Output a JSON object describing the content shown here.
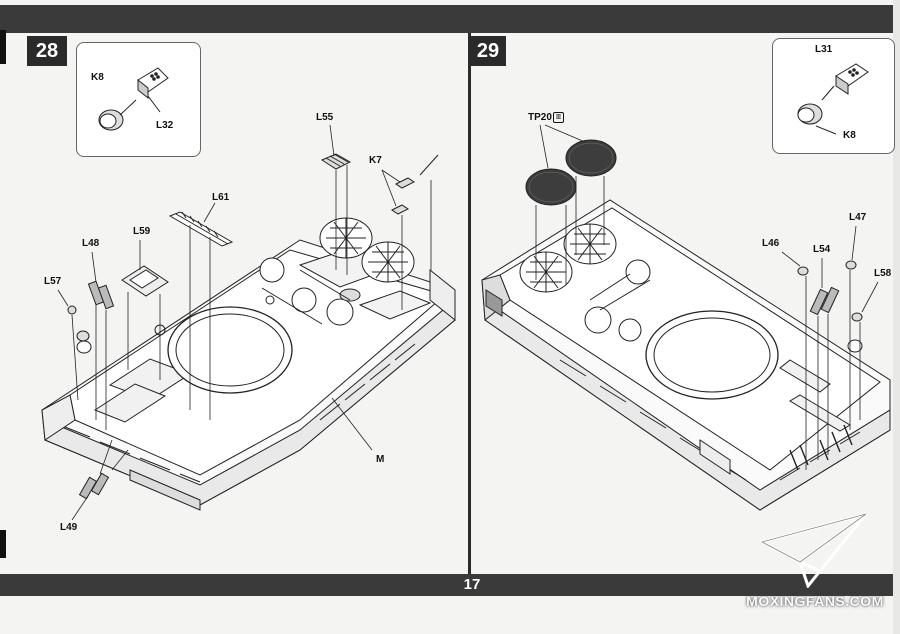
{
  "steps": [
    {
      "number": "28",
      "inset_labels": [
        "K8",
        "L32"
      ],
      "labels": [
        "L55",
        "K7",
        "L61",
        "L59",
        "L48",
        "L57",
        "M",
        "L49"
      ]
    },
    {
      "number": "29",
      "inset_labels": [
        "L31",
        "K8"
      ],
      "labels": [
        "TP20",
        "L47",
        "L46",
        "L54",
        "L58"
      ]
    }
  ],
  "page_number": "17",
  "watermark": "MOXINGFANS.COM",
  "colors": {
    "bar": "#3a3a3a",
    "panel": "#ffffff",
    "line": "#222222",
    "mesh": "#3d3d3d"
  },
  "icons": {
    "etch-badge": "photo-etch-icon"
  }
}
